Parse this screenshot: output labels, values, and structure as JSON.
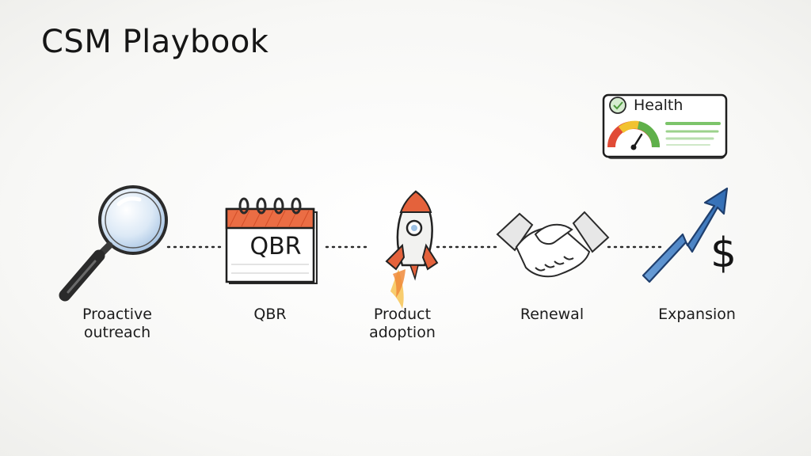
{
  "title": "CSM Playbook",
  "health_card": {
    "label": "Health",
    "icon": "gauge-icon"
  },
  "steps": [
    {
      "label": "Proactive\noutreach",
      "icon": "magnifying-glass-icon"
    },
    {
      "label": "QBR",
      "icon": "calendar-icon",
      "icon_text": "QBR"
    },
    {
      "label": "Product\nadoption",
      "icon": "rocket-icon"
    },
    {
      "label": "Renewal",
      "icon": "handshake-icon"
    },
    {
      "label": "Expansion",
      "icon": "upward-arrow-icon",
      "icon_text": "$"
    }
  ],
  "colors": {
    "ink": "#1a1a1a",
    "accent_red": "#e4623c",
    "accent_blue": "#4f86c6",
    "gauge_green": "#5fb04a",
    "gauge_yellow": "#f2c230"
  }
}
